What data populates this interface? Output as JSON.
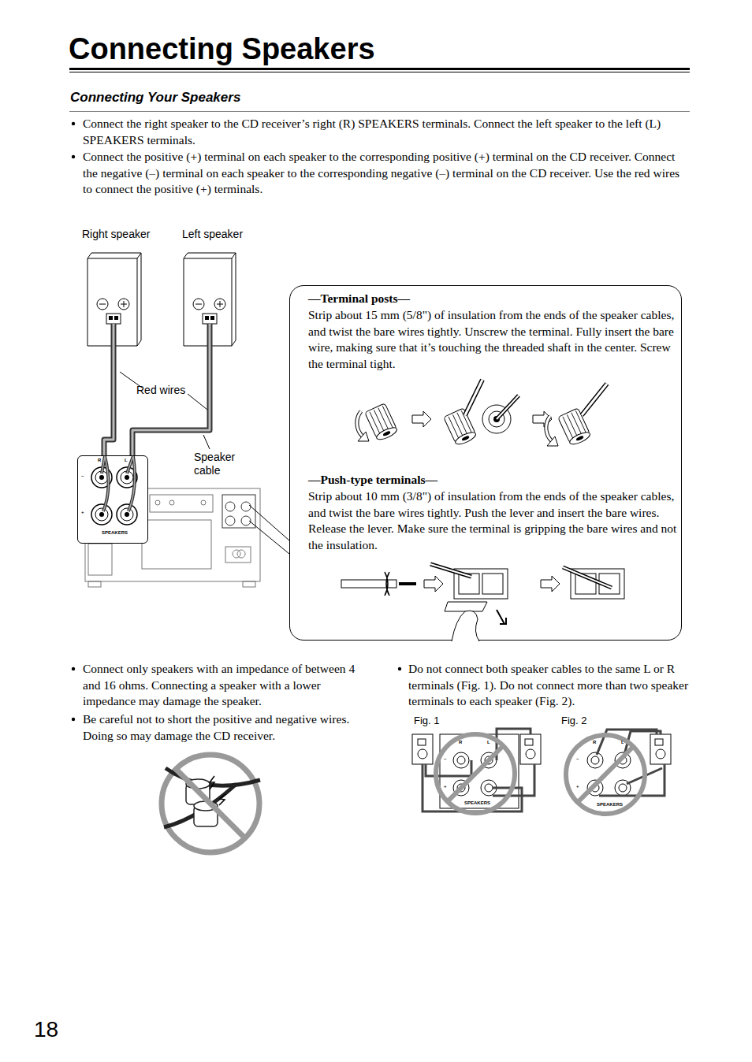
{
  "diagram": {
    "title": "Connecting Speakers",
    "nodes": [
      {
        "text": [
          "Right speaker"
        ]
      },
      {
        "text": [
          "Left speaker"
        ]
      },
      {
        "text": [
          "R",
          "L",
          "–",
          "+",
          "SPEAKERS"
        ]
      },
      {
        "text": [
          "—Terminal posts—",
          "Strip about 15 mm (5/8\") of insulation from the ends of the speaker cables, and twist the bare wires tightly. Unscrew the terminal. Fully insert the bare wire, making sure that it’s touching the threaded shaft in the center. Screw the terminal tight.",
          "—Push-type terminals—",
          "Strip about 10 mm (3/8\") of insulation from the ends of the speaker cables, and twist the bare wires tightly. Push the lever and insert the bare wires. Release the lever. Make sure the terminal is gripping the bare wires and not the insulation."
        ]
      }
    ],
    "edges": [
      {
        "from": 0,
        "to": 2,
        "arrow": "none"
      },
      {
        "from": 1,
        "to": 2,
        "arrow": "none"
      }
    ],
    "labels": [
      "Connecting Your Speakers",
      "Connect the right speaker to the CD receiver’s right (R) SPEAKERS terminals. Connect the left speaker to the left (L) SPEAKERS terminals.",
      "Connect the positive (+) terminal on each speaker to the corresponding positive (+) terminal on the CD receiver. Connect the negative (–) terminal on each speaker to the corresponding negative (–) terminal on the CD receiver. Use the red wires to connect the positive (+) terminals.",
      "Red wires",
      "Speaker cable",
      "Connect only speakers with an impedance of between 4 and 16 ohms. Connecting a speaker with a lower impedance may damage the speaker.",
      "Be careful not to short the positive and negative wires. Doing so may damage the CD receiver.",
      "Do not connect both speaker cables to the same L or R terminals (Fig. 1). Do not connect more than two speaker terminals to each speaker (Fig. 2).",
      "Fig. 1",
      "Fig. 2",
      "R",
      "L",
      "–",
      "+",
      "SPEAKERS",
      "R",
      "L",
      "–",
      "+",
      "SPEAKERS",
      "18"
    ]
  }
}
